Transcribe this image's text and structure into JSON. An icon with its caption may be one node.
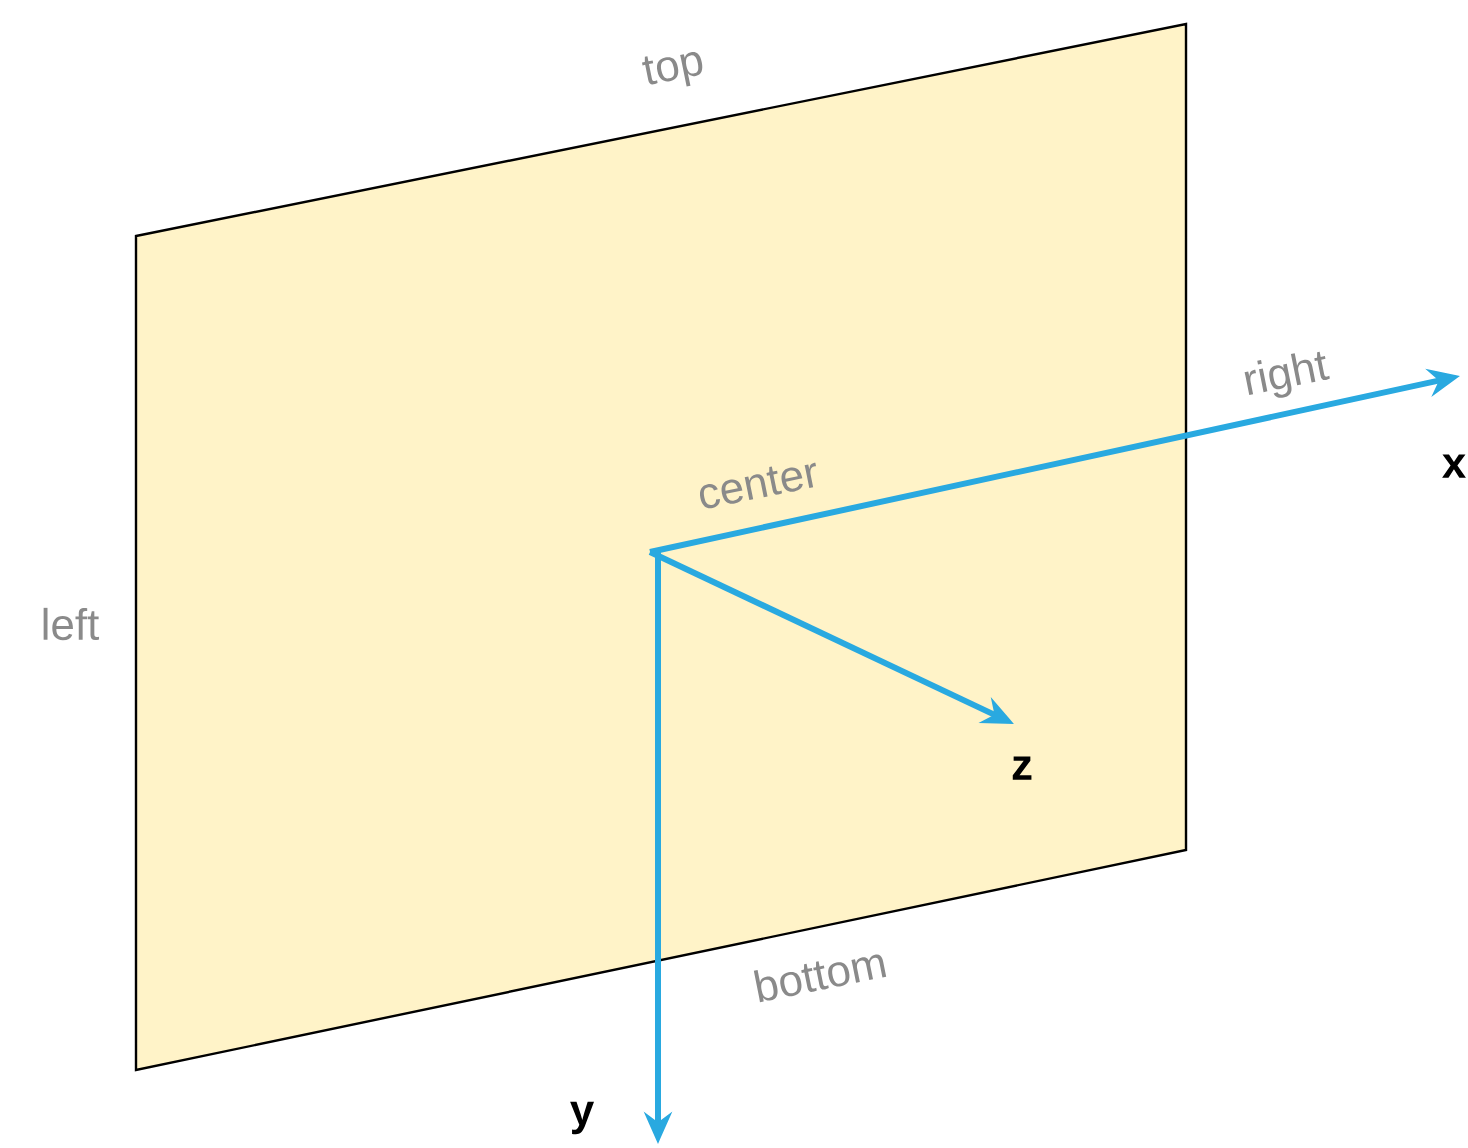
{
  "diagram": {
    "labels": [
      "top",
      "right",
      "x",
      "center",
      "left",
      "z",
      "bottom",
      "y"
    ]
  }
}
